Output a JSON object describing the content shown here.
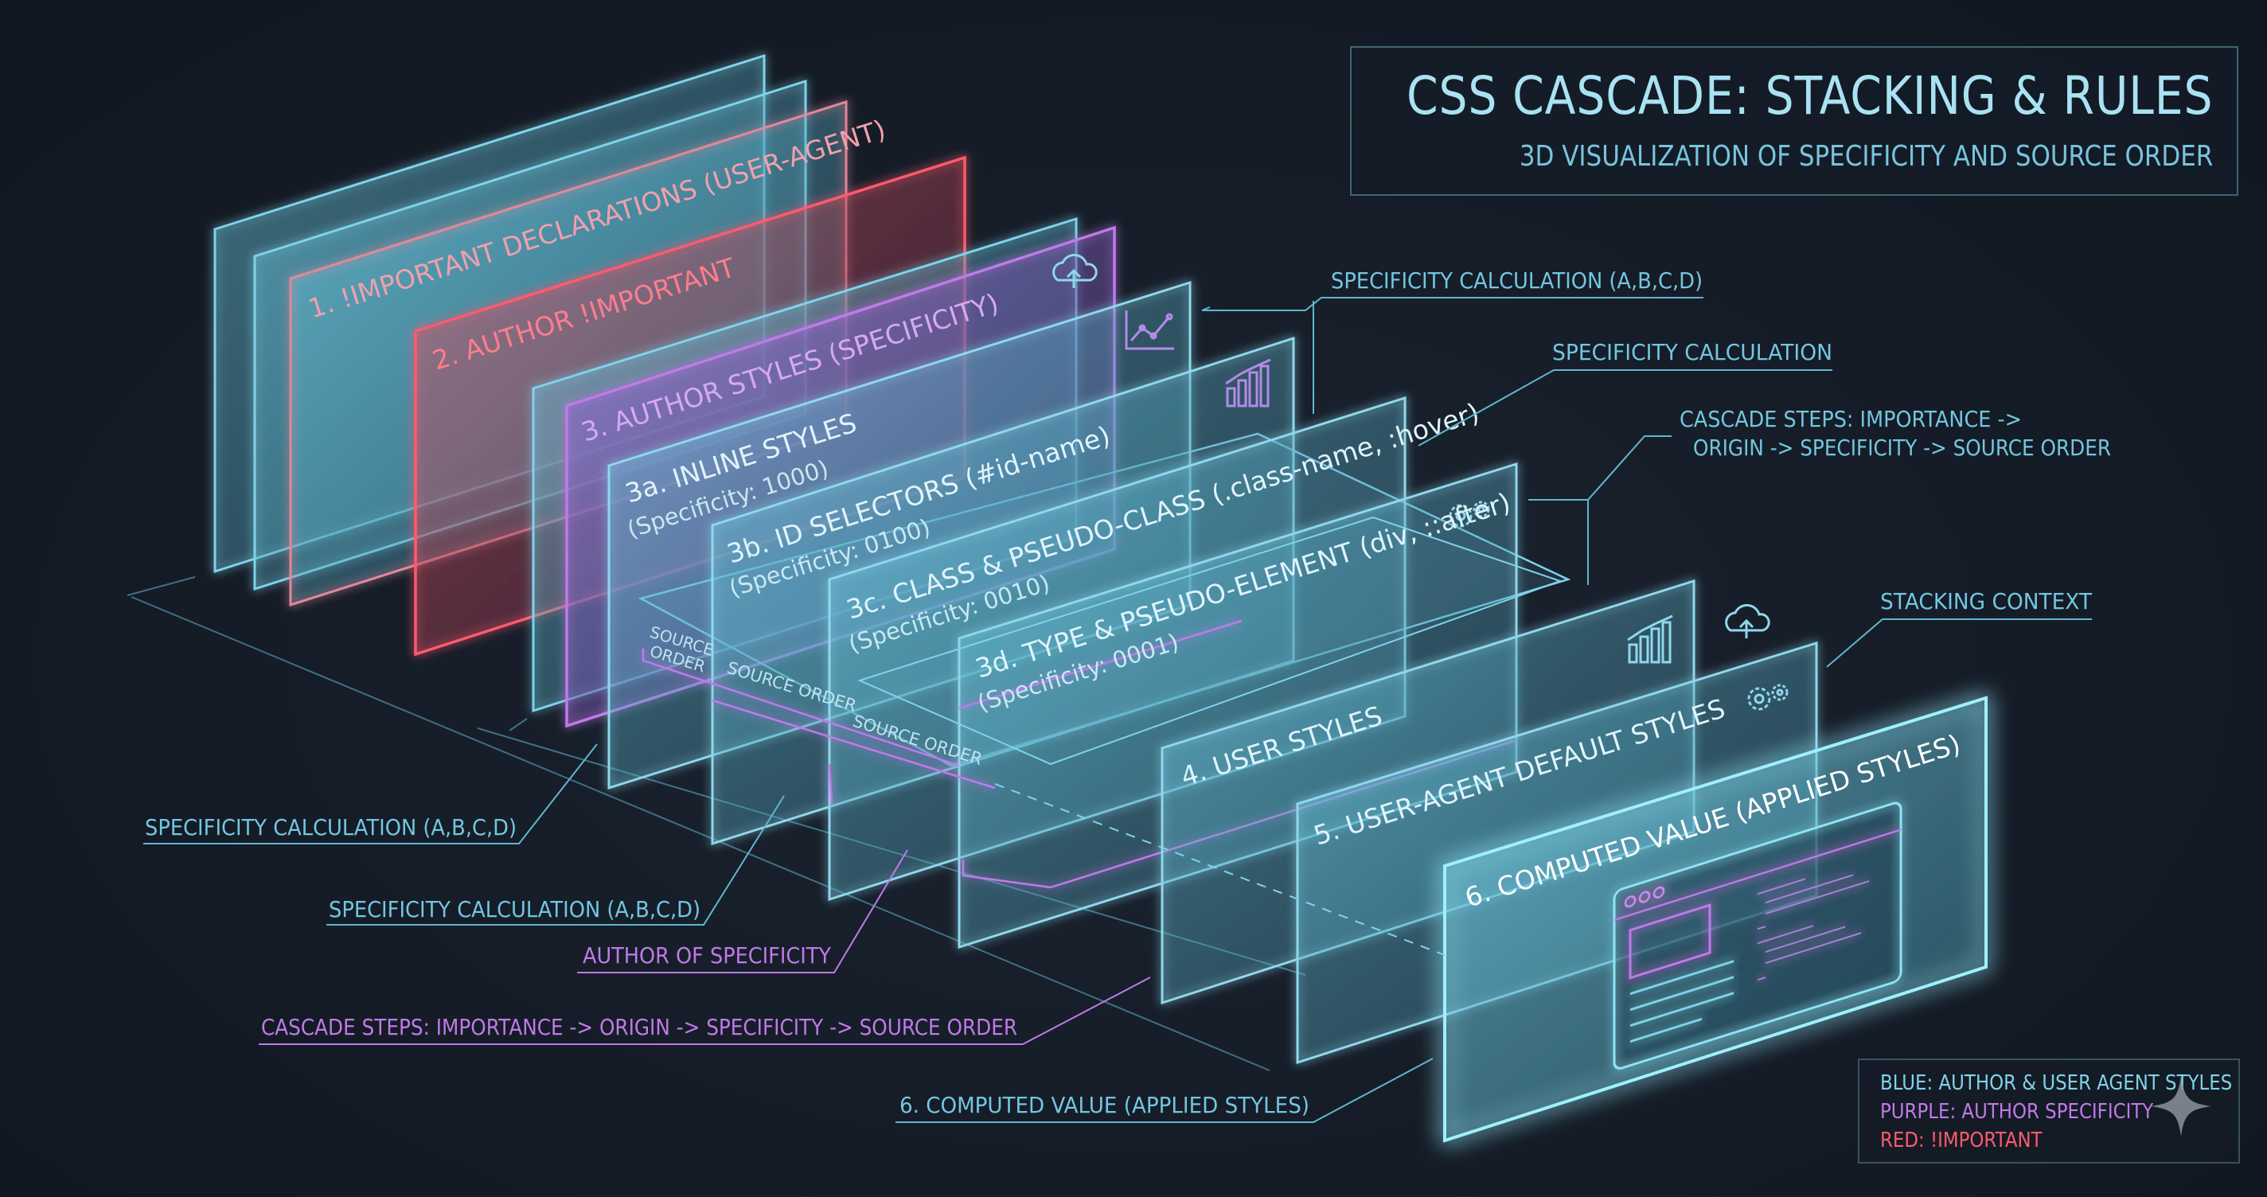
{
  "title": "CSS CASCADE: STACKING & RULES",
  "subtitle": "3D VISUALIZATION OF SPECIFICITY AND SOURCE ORDER",
  "colors": {
    "blue": "#7fd3ea",
    "purple": "#c07ae8",
    "red": "#ff5a6e",
    "annotation": "#72c7e0"
  },
  "layers": {
    "l1": {
      "label": "1. !IMPORTANT DECLARATIONS (USER-AGENT)"
    },
    "l2": {
      "label": "2. AUTHOR !IMPORTANT"
    },
    "l3": {
      "label": "3. AUTHOR STYLES (SPECIFICITY)",
      "icon": "cloud-upload-icon"
    },
    "l3a": {
      "label": "3a. INLINE STYLES",
      "spec": "(Specificity: 1000)",
      "icon": "line-chart-icon"
    },
    "l3b": {
      "label": "3b. ID SELECTORS (#id-name)",
      "spec": "(Specificity: 0100)",
      "icon": "bar-chart-icon"
    },
    "l3c": {
      "label": "3c. CLASS & PSEUDO-CLASS (.class-name, :hover)",
      "spec": "(Specificity: 0010)"
    },
    "l3d": {
      "label": "3d. TYPE & PSEUDO-ELEMENT (div, ::after)",
      "spec": "(Specificity: 0001)",
      "icon": "gears-icon"
    },
    "l4": {
      "label": "4. USER STYLES",
      "icon": "bar-chart-icon"
    },
    "l5": {
      "label": "5. USER-AGENT DEFAULT STYLES",
      "icon": "gears-icon"
    },
    "l6": {
      "label": "6. COMPUTED VALUE (APPLIED STYLES)",
      "icon": "browser-window-icon"
    }
  },
  "source_order_labels": [
    "SOURCE ORDER",
    "SOURCE ORDER",
    "SOURCE ORDER"
  ],
  "source_order_first": [
    "SOURCE",
    "ORDER"
  ],
  "annotations": {
    "right_1": "SPECIFICITY CALCULATION (A,B,C,D)",
    "right_2": "SPECIFICITY CALCULATION",
    "right_3a": "CASCADE STEPS: IMPORTANCE ->",
    "right_3b": "ORIGIN -> SPECIFICITY -> SOURCE ORDER",
    "right_4": "STACKING CONTEXT",
    "left_1": "SPECIFICITY CALCULATION (A,B,C,D)",
    "left_2": "SPECIFICITY CALCULATION (A,B,C,D)",
    "left_3": "AUTHOR OF SPECIFICITY",
    "left_4": "CASCADE STEPS: IMPORTANCE -> ORIGIN -> SPECIFICITY -> SOURCE ORDER",
    "left_5": "6. COMPUTED VALUE (APPLIED STYLES)"
  },
  "legend": {
    "blue": "BLUE: AUTHOR & USER AGENT STYLES",
    "purple": "PURPLE: AUTHOR SPECIFICITY",
    "red": "RED: !IMPORTANT"
  }
}
